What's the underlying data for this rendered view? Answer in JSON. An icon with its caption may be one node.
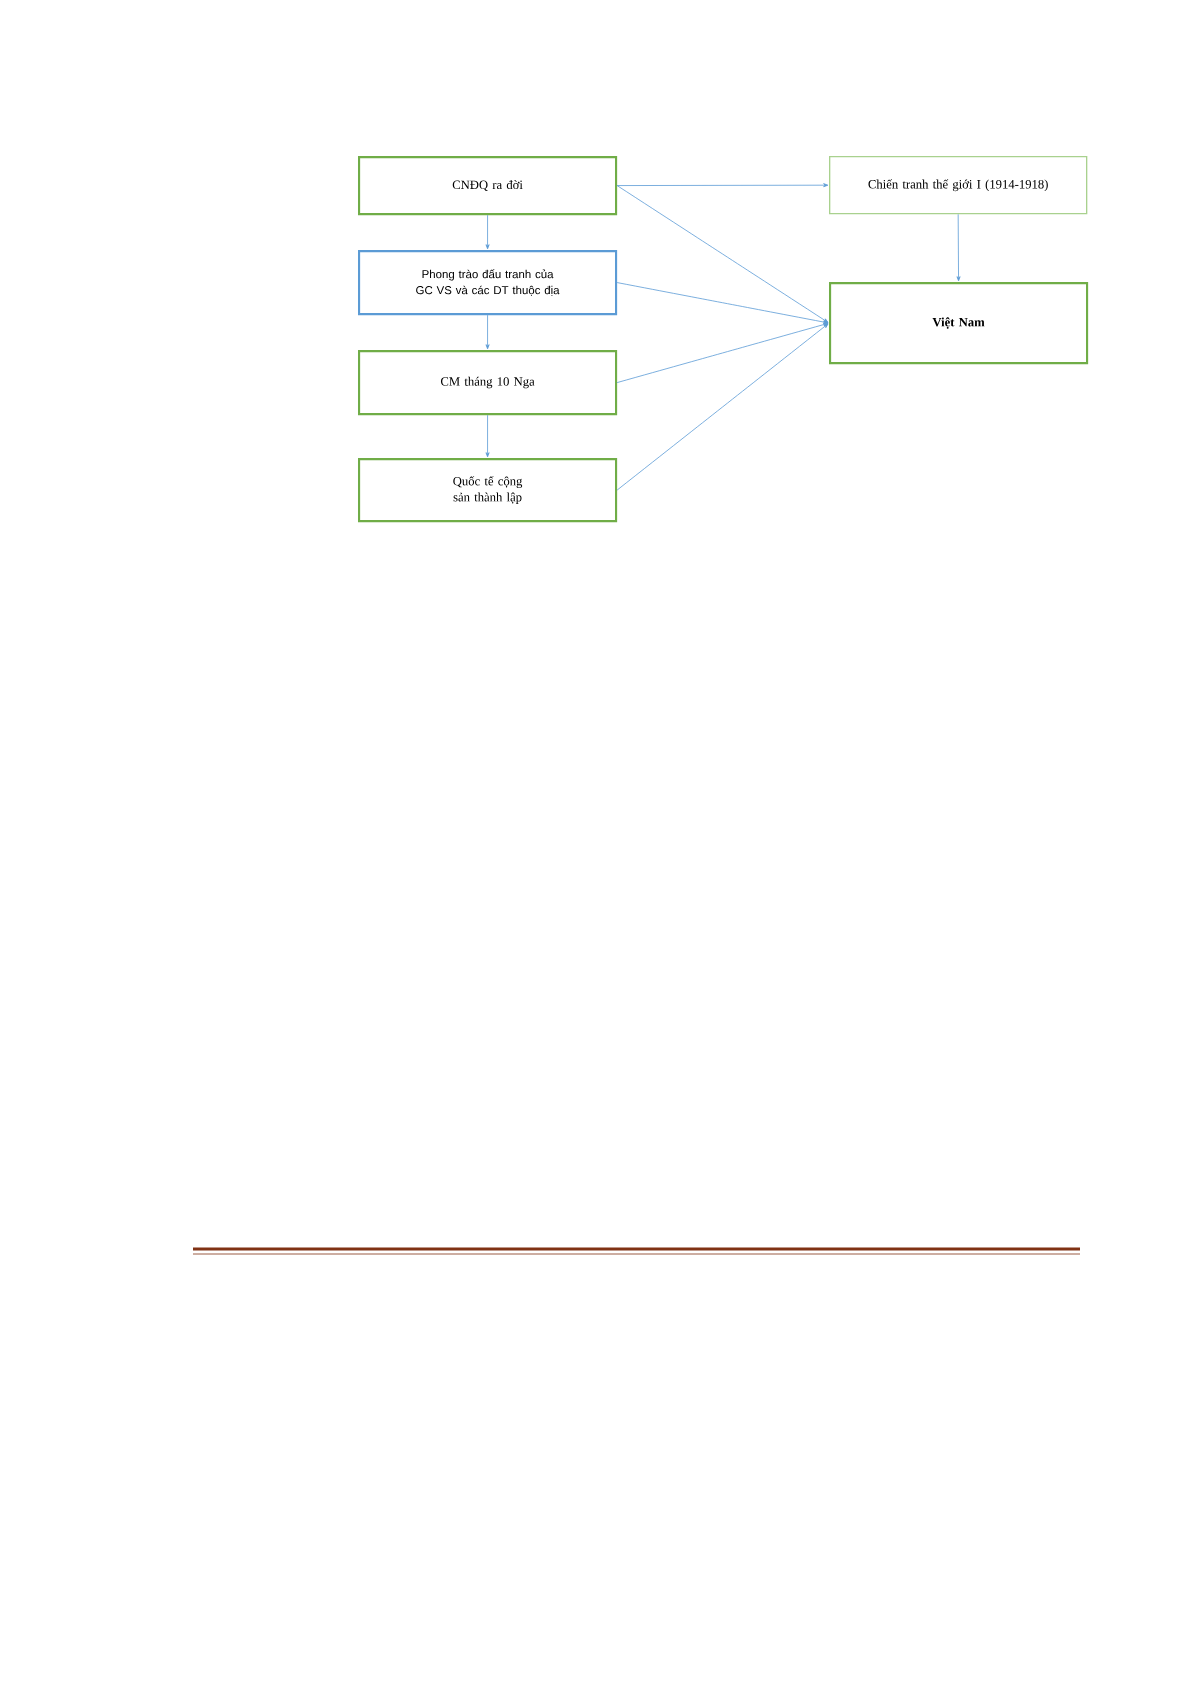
{
  "diagram": {
    "nodes": [
      {
        "text": [
          "CNĐQ ra đời"
        ]
      },
      {
        "text": [
          "Phong trào đấu tranh của GC VS và các DT thuộc địa"
        ]
      },
      {
        "text": [
          "CM tháng 10 Nga"
        ]
      },
      {
        "text": [
          "Quốc tế cộng sản thành lập"
        ]
      },
      {
        "text": [
          "Chiến tranh thế giới I (1914-1918)"
        ]
      },
      {
        "text": [
          "Việt Nam"
        ]
      }
    ],
    "edges": [
      {
        "from": 0,
        "to": 1,
        "arrow": "to"
      },
      {
        "from": 1,
        "to": 2,
        "arrow": "to"
      },
      {
        "from": 2,
        "to": 3,
        "arrow": "to"
      },
      {
        "from": 0,
        "to": 4,
        "arrow": "to"
      },
      {
        "from": 4,
        "to": 5,
        "arrow": "to"
      },
      {
        "from": 0,
        "to": 5,
        "arrow": "to"
      },
      {
        "from": 1,
        "to": 5,
        "arrow": "to"
      },
      {
        "from": 2,
        "to": 5,
        "arrow": "to"
      },
      {
        "from": 3,
        "to": 5,
        "arrow": "to"
      }
    ]
  }
}
